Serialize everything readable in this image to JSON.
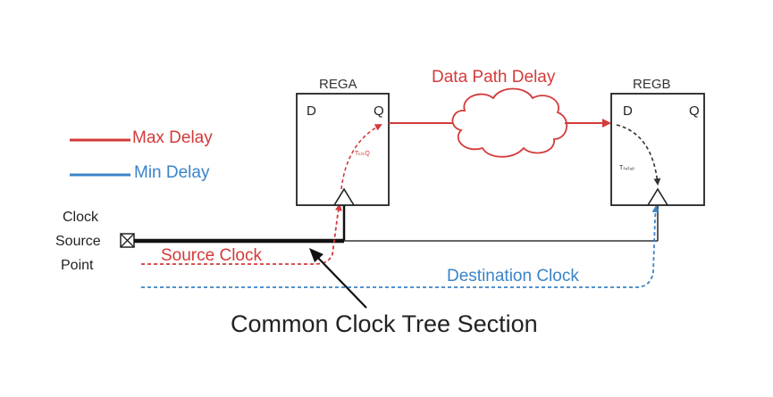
{
  "diagram": {
    "rega": {
      "title": "REGA",
      "d": "D",
      "q": "Q",
      "t_label": "TₖₗₖQ"
    },
    "regb": {
      "title": "REGB",
      "d": "D",
      "q": "Q",
      "t_label": "Tₛₑₜᵤₚ"
    },
    "data_path_label": "Data Path Delay",
    "legend": {
      "max": {
        "label": "Max Delay",
        "color": "#d43a3a"
      },
      "min": {
        "label": "Min Delay",
        "color": "#3a84c8"
      }
    },
    "clock_source": {
      "line1": "Clock",
      "line2": "Source",
      "line3": "Point",
      "icon": "crossed-box-icon"
    },
    "source_clock_label": "Source Clock",
    "destination_clock_label": "Destination Clock",
    "common_clock_label": "Common Clock Tree Section"
  }
}
